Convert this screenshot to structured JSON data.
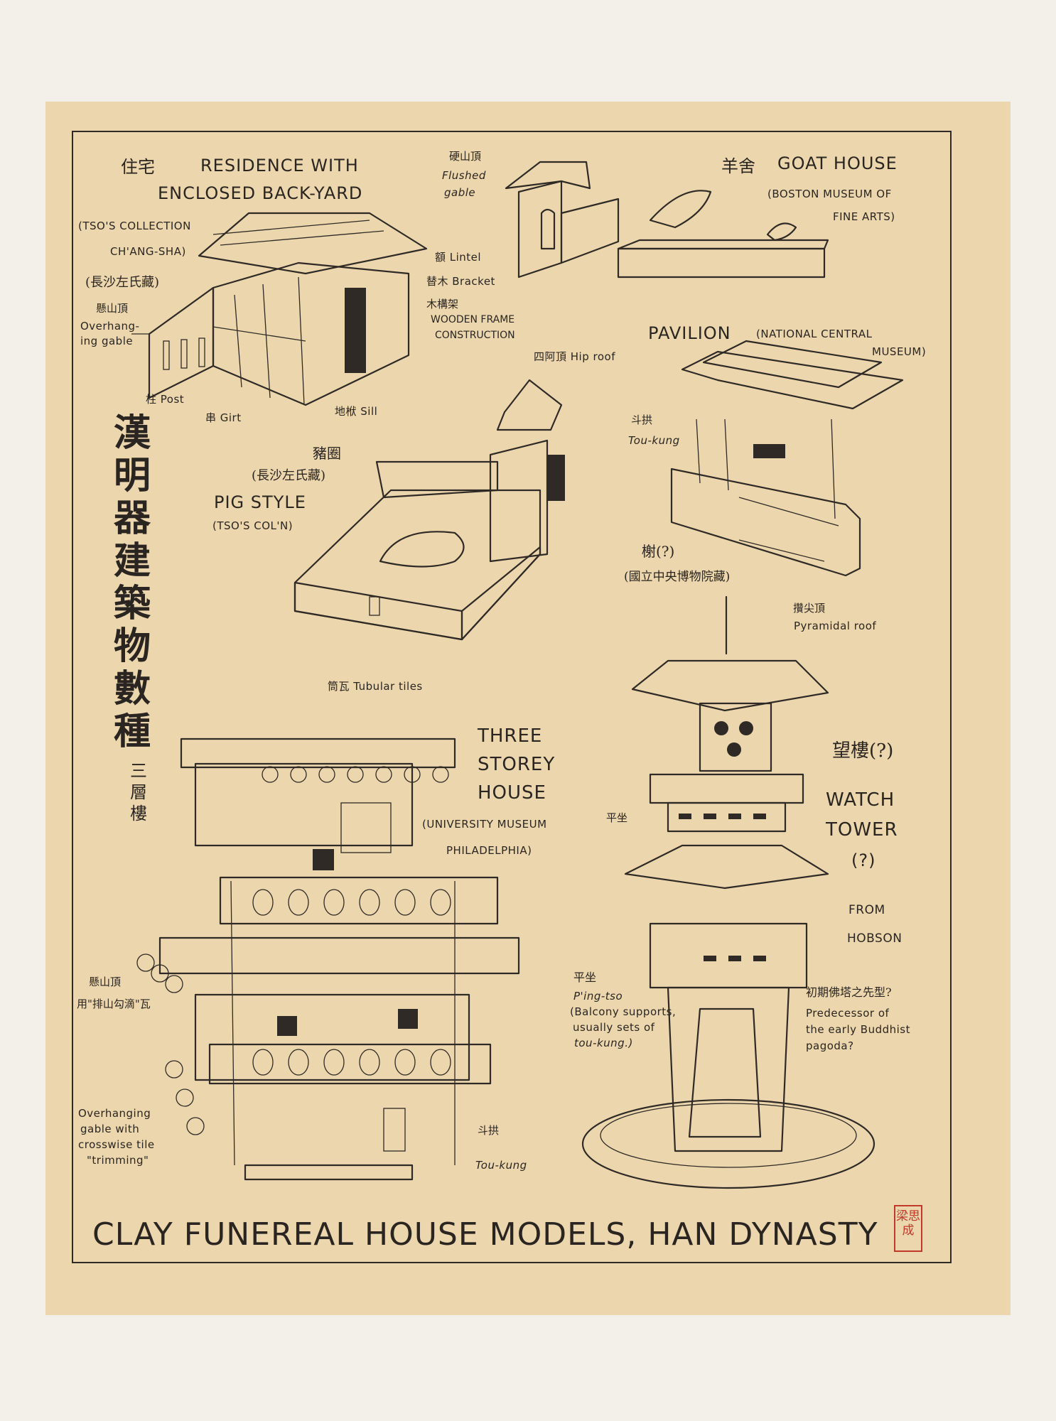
{
  "main_title": "CLAY FUNEREAL HOUSE MODELS, HAN DYNASTY",
  "vertical_title": "漢明器建築物數種",
  "seal_text": "梁思成",
  "residence": {
    "cjk": "住宅",
    "title_line1": "RESIDENCE WITH",
    "title_line2": "ENCLOSED BACK-YARD",
    "collection_line1": "(TSO'S COLLECTION",
    "collection_line2": "CH'ANG-SHA)",
    "collection_cjk": "(長沙左氏藏)",
    "gable_cjk": "懸山頂",
    "gable_line1": "Overhang-",
    "gable_line2": "ing gable",
    "lintel": "額 Lintel",
    "bracket": "替木 Bracket",
    "frame_cjk": "木構架",
    "frame_line1": "WOODEN FRAME",
    "frame_line2": "CONSTRUCTION",
    "post": "柱 Post",
    "girt": "串 Girt",
    "sill": "地栿 Sill"
  },
  "goat_house": {
    "gable_cjk": "硬山頂",
    "gable_line1": "Flushed",
    "gable_line2": "gable",
    "cjk": "羊舍",
    "title": "GOAT HOUSE",
    "museum_line1": "(BOSTON MUSEUM OF",
    "museum_line2": "FINE ARTS)"
  },
  "pavilion": {
    "title": "PAVILION",
    "museum_line1": "(NATIONAL CENTRAL",
    "museum_line2": "MUSEUM)",
    "hip_roof": "四阿頂 Hip roof",
    "toukung_cjk": "斗拱",
    "toukung": "Tou-kung",
    "xie": "榭(?)",
    "collection_cjk": "(國立中央博物院藏)"
  },
  "pig_style": {
    "cjk": "豬圈",
    "collection_cjk": "(長沙左氏藏)",
    "title": "PIG STYLE",
    "collection": "(TSO'S COL'N)"
  },
  "three_storey": {
    "tiles": "筒瓦 Tubular tiles",
    "title_line1": "THREE",
    "title_line2": "STOREY",
    "title_line3": "HOUSE",
    "museum_line1": "(UNIVERSITY MUSEUM",
    "museum_line2": "PHILADELPHIA)",
    "vertical_cjk": "三層樓",
    "gable_cjk1": "懸山頂",
    "gable_cjk2": "用\"排山勾滴\"瓦",
    "gable_line1": "Overhanging",
    "gable_line2": "gable with",
    "gable_line3": "crosswise tile",
    "gable_line4": "\"trimming\"",
    "toukung_cjk": "斗拱",
    "toukung": "Tou-kung"
  },
  "watch_tower": {
    "pyramid_cjk": "攢尖頂",
    "pyramid": "Pyramidal roof",
    "cjk": "望樓(?)",
    "title_line1": "WATCH",
    "title_line2": "TOWER",
    "title_line3": "(?)",
    "from_line1": "FROM",
    "from_line2": "HOBSON",
    "pingzuo_cjk_top": "平坐",
    "pingzuo_cjk": "平坐",
    "pingtso": "P'ing-tso",
    "balcony_line1": "(Balcony supports,",
    "balcony_line2": "usually sets of",
    "balcony_line3": "tou-kung.)",
    "buddhist_cjk": "初期佛塔之先型?",
    "buddhist_line1": "Predecessor of",
    "buddhist_line2": "the early Buddhist",
    "buddhist_line3": "pagoda?"
  }
}
